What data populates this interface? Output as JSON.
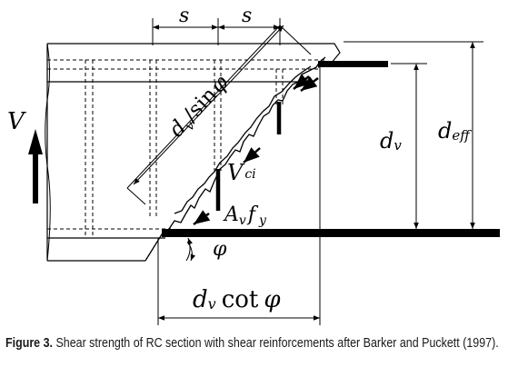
{
  "diagram": {
    "labels": {
      "spacing_left": "s",
      "spacing_right": "s",
      "diag_dv": "d",
      "diag_v": "v",
      "diag_rest": "/sin",
      "diag_phi": "φ",
      "shear_force": "V",
      "dv_main": "d",
      "dv_sub": "v",
      "deff_main": "d",
      "deff_sub": "eff",
      "vci_main": "V",
      "vci_sub": "ci",
      "av_main": "A",
      "av_sub": "v",
      "fy_main": "f",
      "fy_sub": "y",
      "angle": "φ",
      "bottom_dv": "d",
      "bottom_v": "v",
      "bottom_cot": "cot",
      "bottom_phi": "φ"
    }
  },
  "caption": {
    "label": "Figure 3.",
    "text": "Shear strength of RC section with shear reinforcements after Barker and Puckett (1997)."
  }
}
